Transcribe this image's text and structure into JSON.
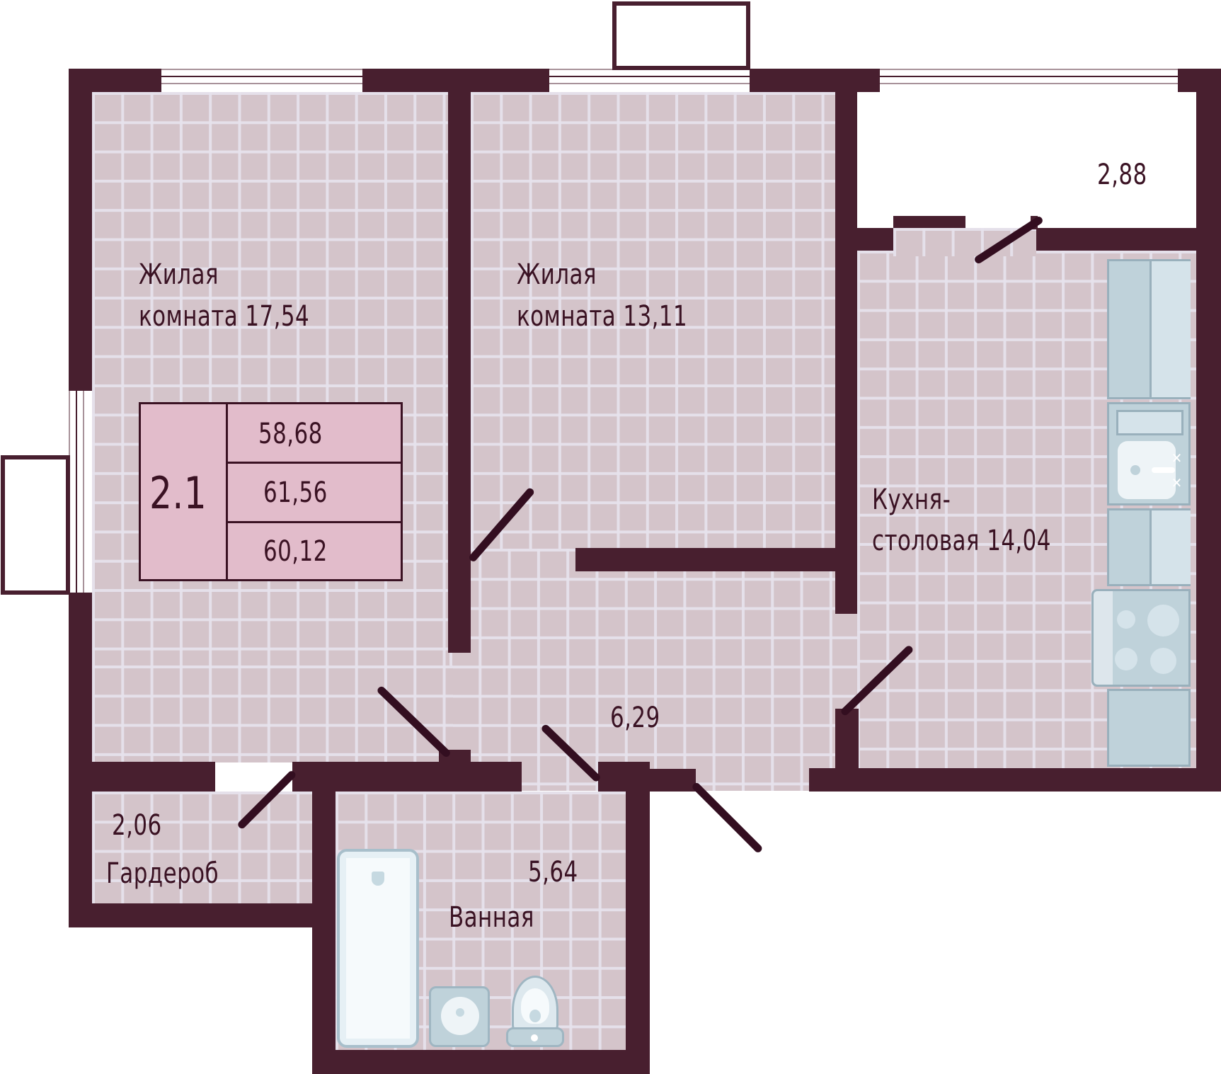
{
  "plan": {
    "apartment_code": "2.1",
    "areas": {
      "living_area": "58,68",
      "total_area": "61,56",
      "reduced_area": "60,12"
    }
  },
  "rooms": {
    "living_room_1": {
      "name_line1": "Жилая",
      "name_line2": "комната 17,54",
      "area": "17,54"
    },
    "living_room_2": {
      "name_line1": "Жилая",
      "name_line2": "комната 13,11",
      "area": "13,11"
    },
    "kitchen": {
      "name_line1": "Кухня-",
      "name_line2": "столовая 14,04",
      "area": "14,04"
    },
    "balcony": {
      "area": "2,88"
    },
    "hallway": {
      "area": "6,29"
    },
    "wardrobe": {
      "area": "2,06",
      "name": "Гардероб"
    },
    "bathroom": {
      "area": "5,64",
      "name": "Ванная"
    }
  },
  "colors": {
    "wall": "#481f2f",
    "floor": "#d4c4ca",
    "tile_grid": "#e6e2ec",
    "text": "#3a1223",
    "info_box": "#e2bccb",
    "fixture": "#bfd2da"
  },
  "icons": {
    "fridge": "fridge-icon",
    "sink": "kitchen-sink-icon",
    "stove": "stove-icon",
    "bathtub": "bathtub-icon",
    "washbasin": "washbasin-icon",
    "toilet": "toilet-icon"
  }
}
